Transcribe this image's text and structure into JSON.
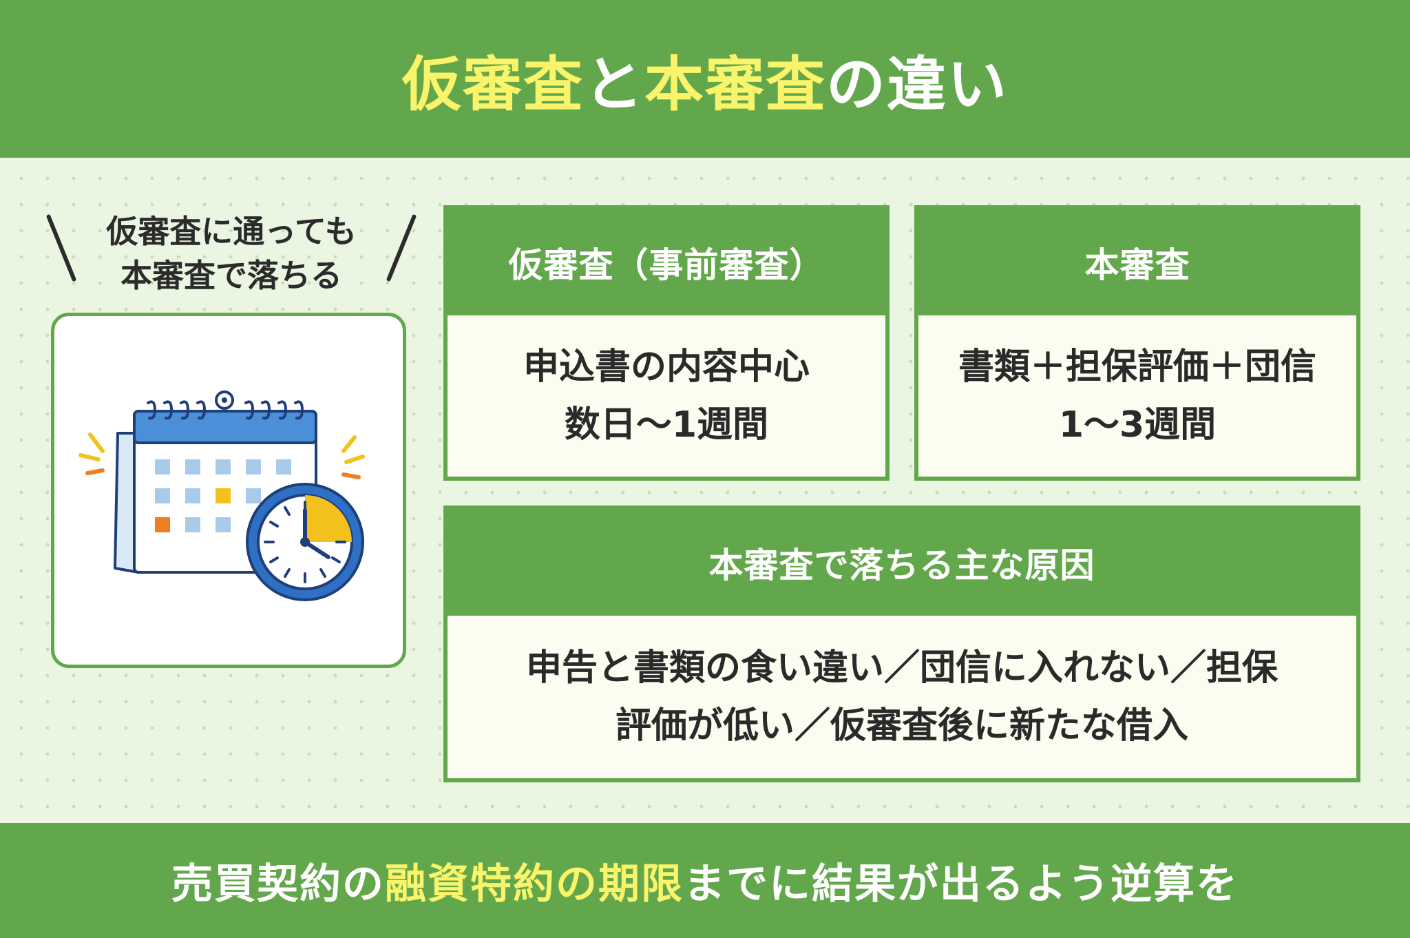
{
  "header": {
    "title_part1": "仮審査",
    "title_part2": "と",
    "title_part3": "本審査",
    "title_part4": "の違い"
  },
  "callout": {
    "line1": "仮審査に通っても",
    "line2": "本審査で落ちる"
  },
  "illustration": {
    "icons": [
      "calendar-icon",
      "clock-icon",
      "alert-spark-icon"
    ],
    "colors": {
      "calendar_header": "#4a8fd8",
      "calendar_cell": "#a9cbea",
      "highlight_yellow": "#f3c11b",
      "highlight_orange": "#ef7d22",
      "clock_ring": "#2f6fc4",
      "outline": "#1f3f7a"
    }
  },
  "panels": {
    "provisional": {
      "title": "仮審査（事前審査）",
      "line1": "申込書の内容中心",
      "line2": "数日〜1週間"
    },
    "main": {
      "title": "本審査",
      "line1": "書類＋担保評価＋団信",
      "line2": "1〜3週間"
    },
    "reasons": {
      "title": "本審査で落ちる主な原因",
      "line1": "申告と書類の食い違い／団信に入れない／担保",
      "line2": "評価が低い／仮審査後に新たな借入"
    }
  },
  "footer": {
    "part1": "売買契約の",
    "part2": "融資特約の期限",
    "part3": "までに結果が出るよう逆算を"
  },
  "colors": {
    "brand_green": "#63a74c",
    "highlight_yellow": "#f9f46a",
    "background": "#eaf5e2",
    "panel_bg": "#fdfcf0",
    "text_dark": "#2a2a2a"
  }
}
